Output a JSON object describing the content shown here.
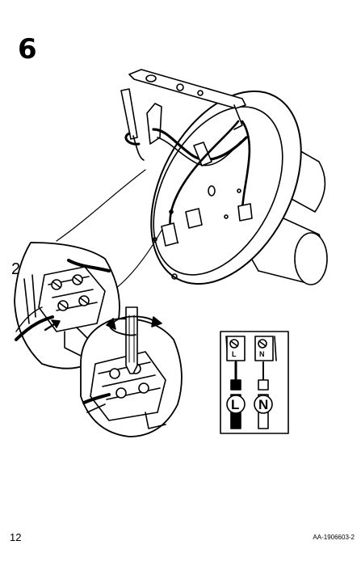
{
  "step": {
    "number": "6"
  },
  "callout": {
    "count": "2x"
  },
  "wiring_legend": {
    "left_terminal": "L",
    "right_terminal": "N",
    "left_wire": "L",
    "right_wire": "N"
  },
  "footer": {
    "page_number": "12",
    "doc_id": "AA-1906603-2"
  }
}
